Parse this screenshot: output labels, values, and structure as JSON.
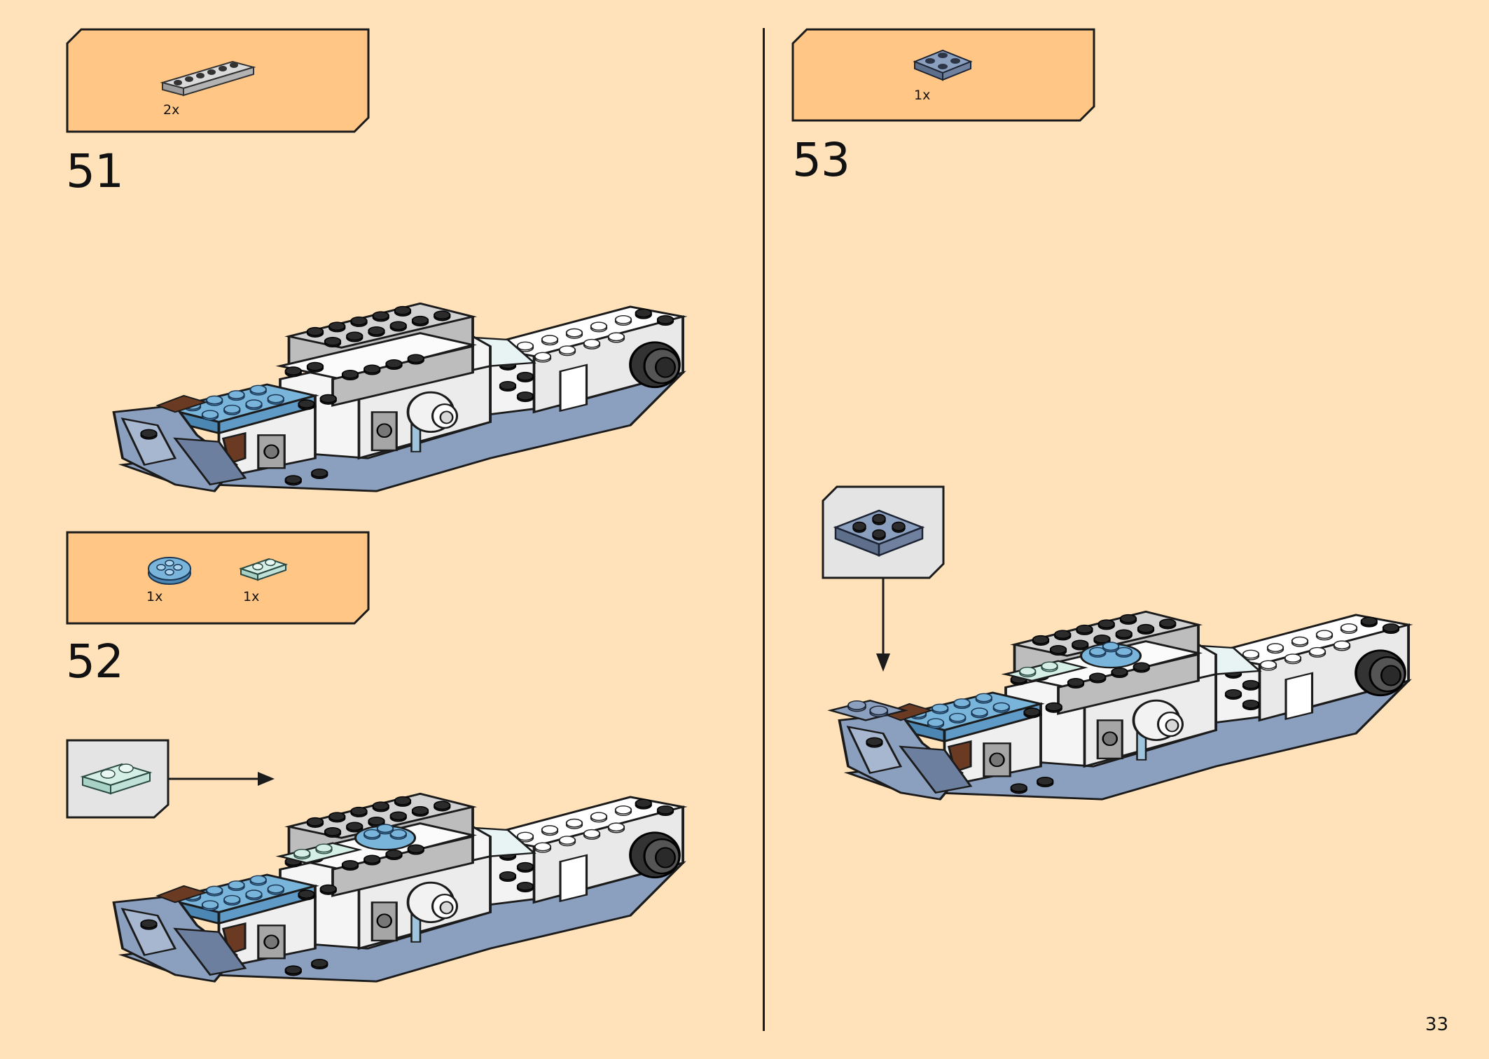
{
  "page": {
    "number": "33"
  },
  "steps": [
    {
      "number": "51",
      "parts": [
        {
          "qty": "2x",
          "icon": "light-gray-plate-1x6-icon"
        }
      ]
    },
    {
      "number": "52",
      "parts": [
        {
          "qty": "1x",
          "icon": "medium-blue-round-plate-2x2-icon"
        },
        {
          "qty": "1x",
          "icon": "light-aqua-plate-1x2-icon"
        }
      ]
    },
    {
      "number": "53",
      "parts": [
        {
          "qty": "1x",
          "icon": "sand-blue-plate-2x2-icon"
        }
      ]
    }
  ],
  "colors": {
    "background": "#ffe2b9",
    "callout": "#ffc685",
    "sand_blue": "#8b9fbf",
    "medium_blue": "#79b4da",
    "light_aqua": "#d5efe6",
    "light_gray": "#c5c5c5",
    "white": "#f7f7f7",
    "black": "#1b1b1b",
    "brown": "#6b3a22"
  }
}
